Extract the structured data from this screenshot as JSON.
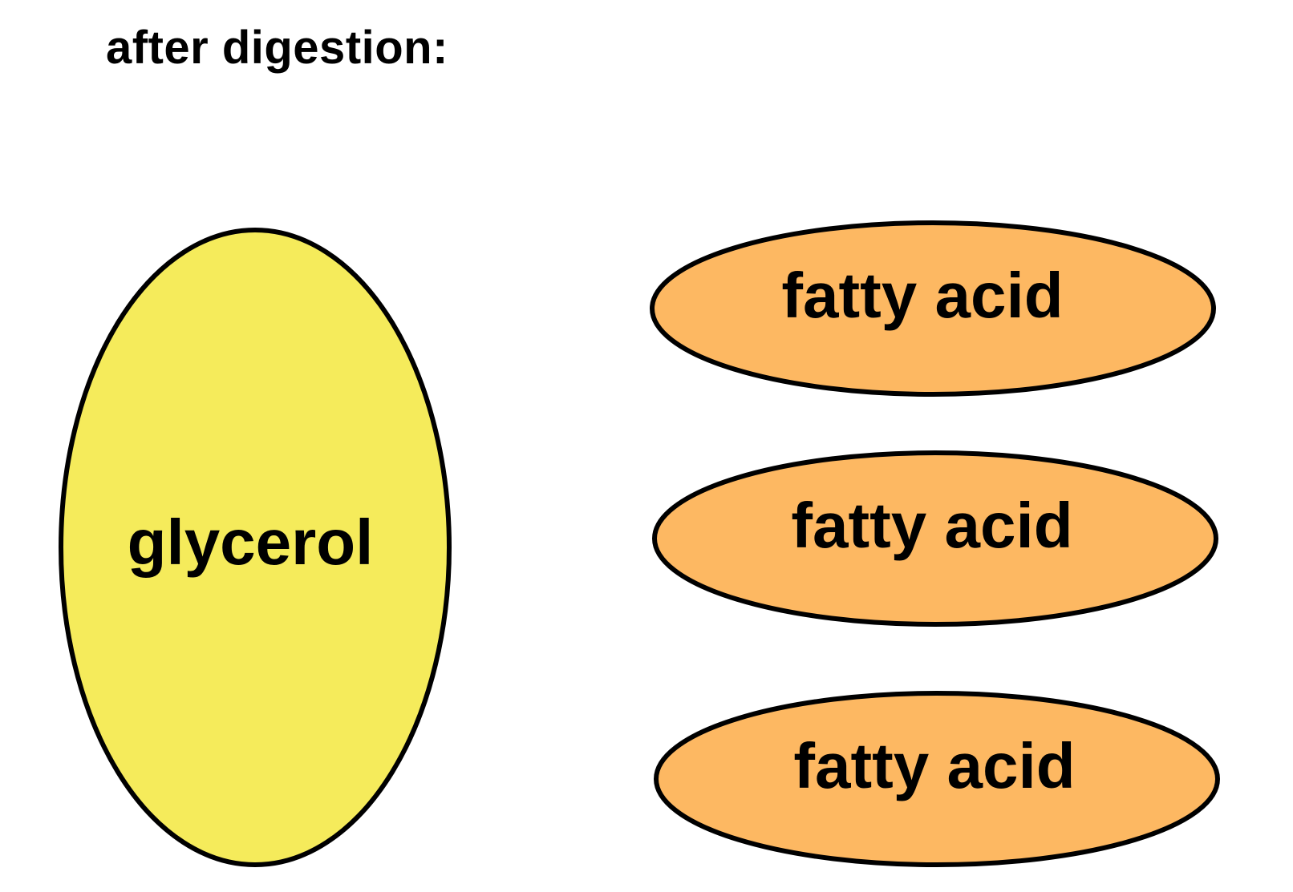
{
  "heading": "after digestion:",
  "colors": {
    "glycerol_fill": "#f5eb5b",
    "fatty_acid_fill": "#fdb862",
    "outline": "#000000"
  },
  "glycerol": {
    "label": "glycerol"
  },
  "fatty_acids": [
    {
      "label": "fatty acid"
    },
    {
      "label": "fatty acid"
    },
    {
      "label": "fatty acid"
    }
  ]
}
